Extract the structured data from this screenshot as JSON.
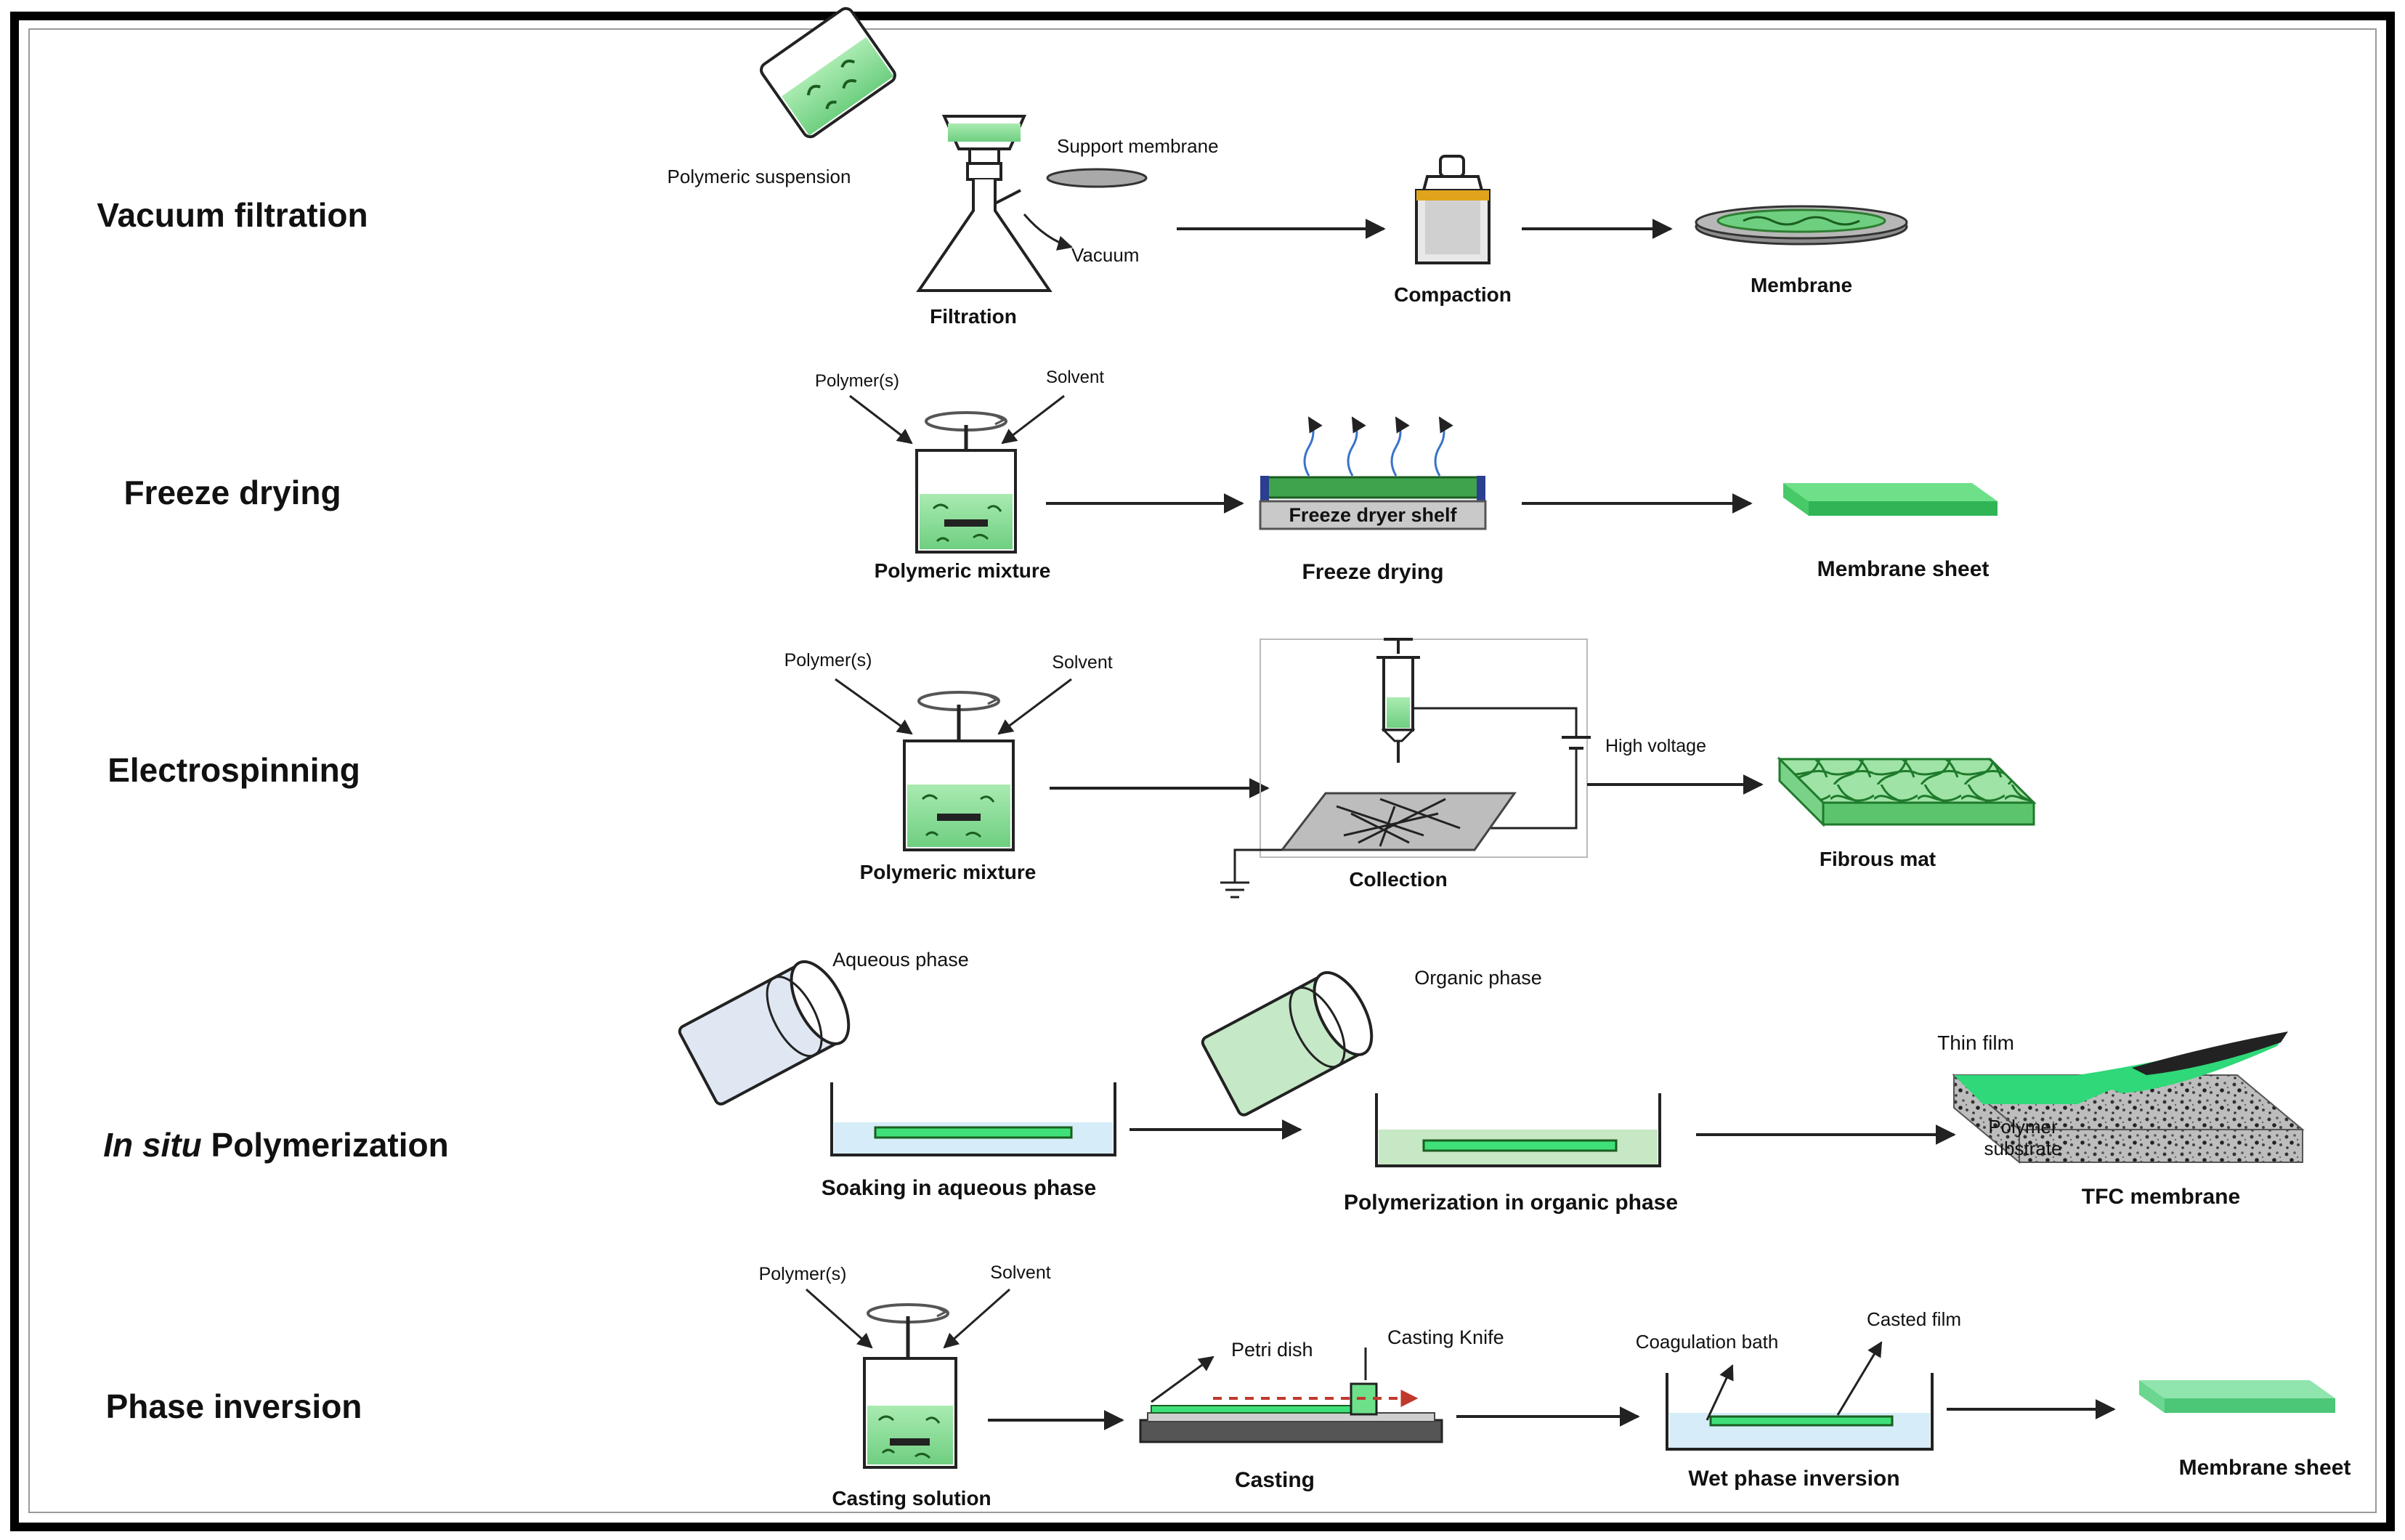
{
  "rows": [
    {
      "method": "Vacuum filtration",
      "labels": {
        "suspension": "Polymeric suspension",
        "support": "Support membrane",
        "vacuum": "Vacuum",
        "filtration": "Filtration",
        "compaction": "Compaction",
        "membrane": "Membrane"
      }
    },
    {
      "method": "Freeze drying",
      "labels": {
        "polymers": "Polymer(s)",
        "solvent": "Solvent",
        "mixture": "Polymeric mixture",
        "shelf": "Freeze dryer shelf",
        "freeze_drying": "Freeze drying",
        "sheet": "Membrane sheet"
      }
    },
    {
      "method": "Electrospinning",
      "labels": {
        "polymers": "Polymer(s)",
        "solvent": "Solvent",
        "mixture": "Polymeric mixture",
        "high_voltage": "High voltage",
        "collection": "Collection",
        "fibrous_mat": "Fibrous mat"
      }
    },
    {
      "method_italic": "In situ",
      "method_rest": " Polymerization",
      "labels": {
        "aqueous_phase": "Aqueous phase",
        "soaking": "Soaking in aqueous phase",
        "organic_phase": "Organic phase",
        "polymerization": "Polymerization in organic phase",
        "thin_film": "Thin film",
        "polymer_word": "Polymer",
        "substrate_word": "substrate",
        "tfc": "TFC membrane"
      }
    },
    {
      "method": "Phase inversion",
      "labels": {
        "polymers": "Polymer(s)",
        "solvent": "Solvent",
        "casting_solution": "Casting solution",
        "petri_dish": "Petri dish",
        "casting_knife": "Casting Knife",
        "casting": "Casting",
        "coagulation_bath": "Coagulation bath",
        "casted_film": "Casted film",
        "wet_phase": "Wet phase inversion",
        "sheet": "Membrane sheet"
      }
    }
  ],
  "colors": {
    "green": "#8fdc9a",
    "green_dark": "#2e9a3c",
    "bright_green": "#3fe07a",
    "blue_liquid": "#d6ecf8",
    "frame": "#000000"
  }
}
